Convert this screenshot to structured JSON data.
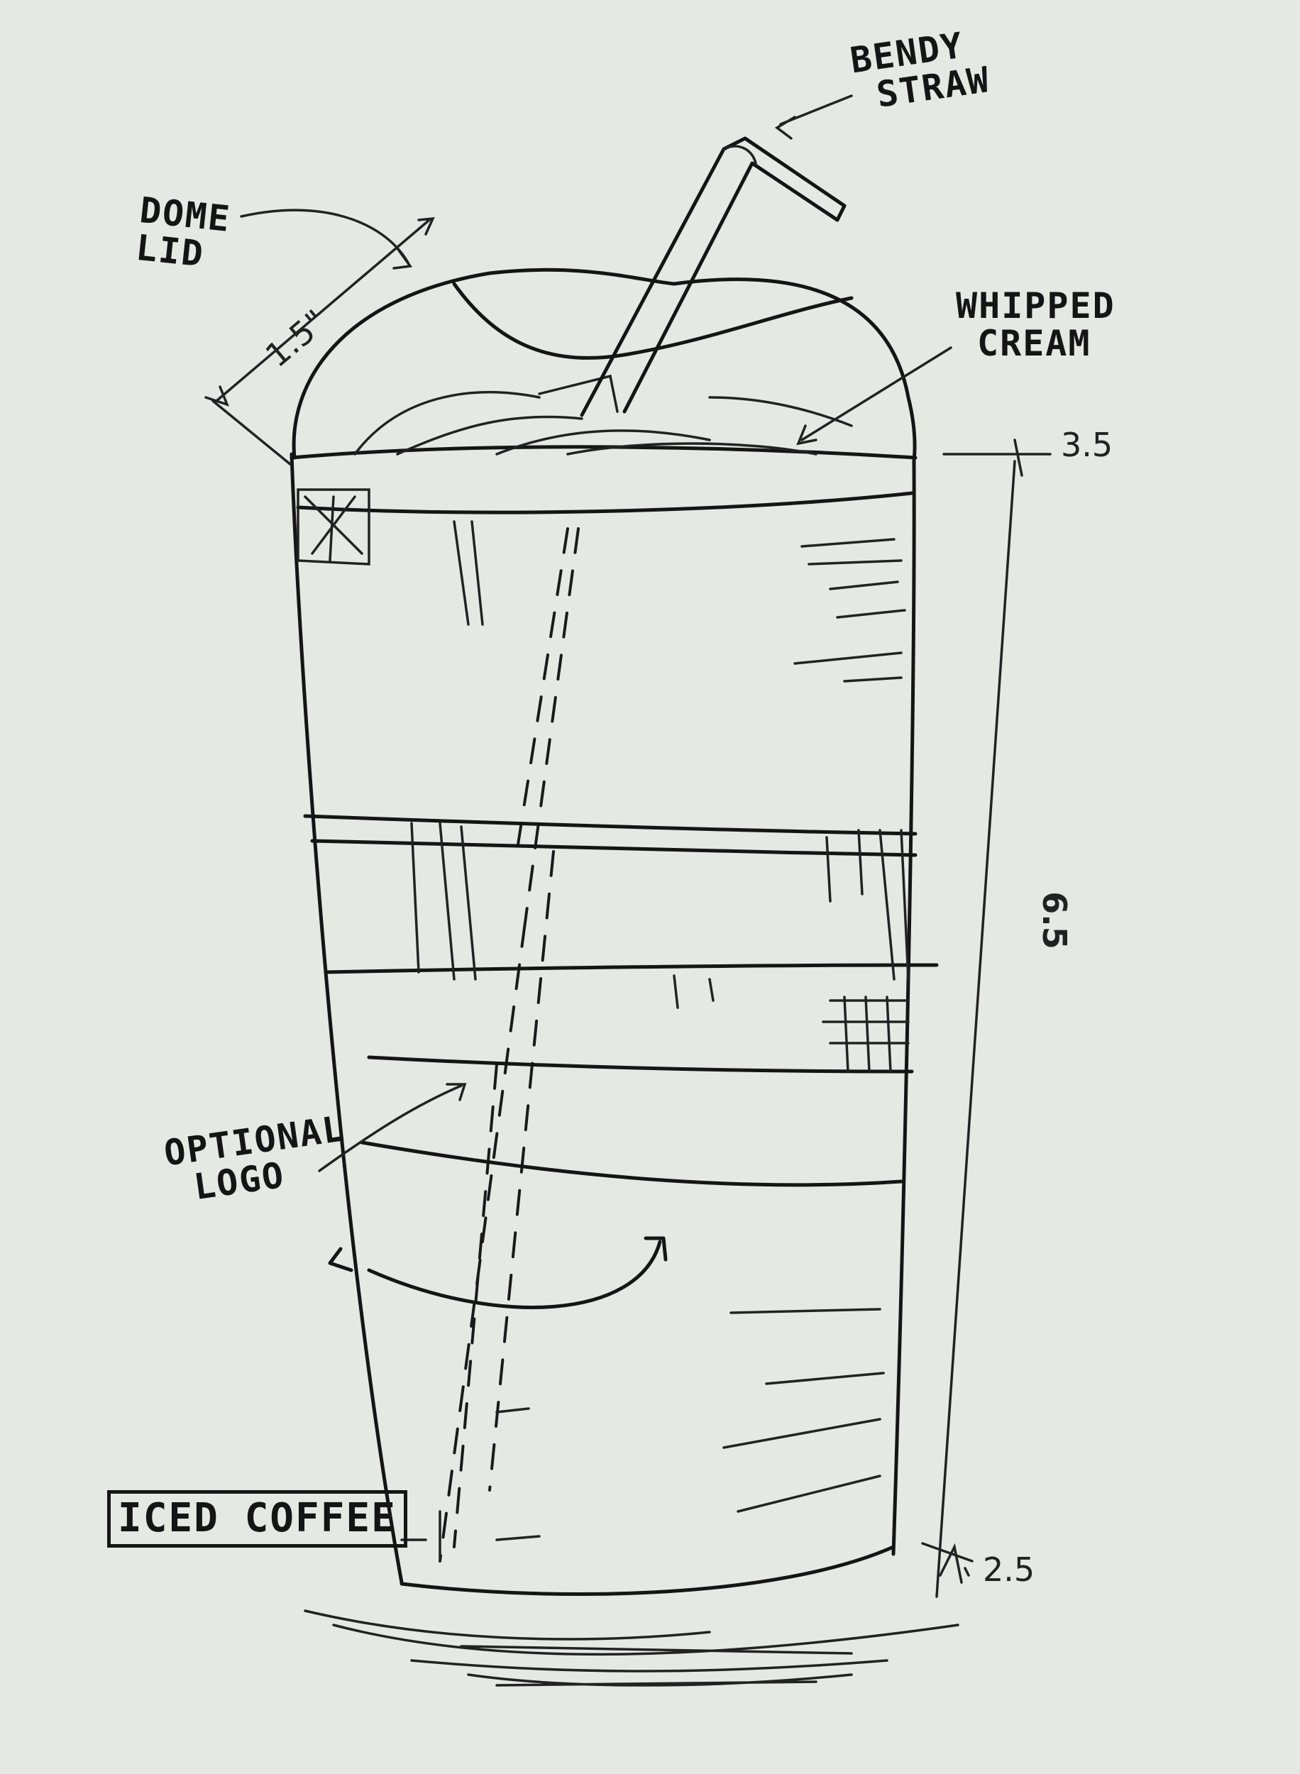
{
  "annotations": {
    "dome_lid": [
      "DOME",
      "LID"
    ],
    "bendy_straw": [
      "BENDY",
      "STRAW"
    ],
    "whipped_cream": [
      "WHIPPED",
      "CREAM"
    ],
    "optional_logo": [
      "OPTIONAL",
      "LOGO"
    ],
    "product_label": "ICED COFFEE"
  },
  "dimensions": {
    "lid_diameter": "1.5\"",
    "top_width": "3.5",
    "height": "6.5",
    "bottom_width": "2.5"
  }
}
